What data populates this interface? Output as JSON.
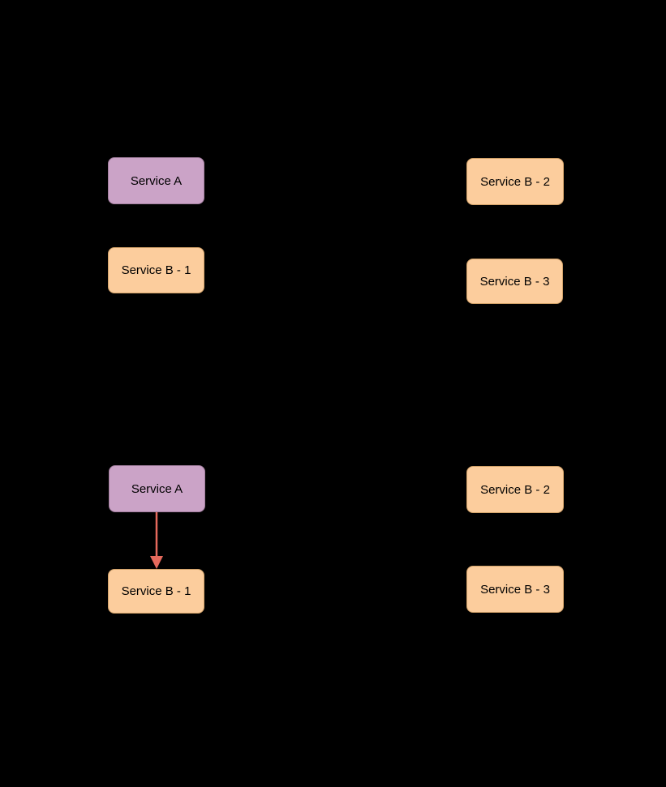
{
  "diagram": {
    "type": "flowchart",
    "background_color": "#000000",
    "colors": {
      "service_a_fill": "#CBA3C7",
      "service_a_stroke": "#A27E9E",
      "service_b_fill": "#FCCD9D",
      "service_b_stroke": "#D2A269",
      "arrow": "#E5695C",
      "label_text": "#000000"
    },
    "sections": {
      "top": {
        "nodes": {
          "service_a": "Service A",
          "service_b_1": "Service B - 1",
          "service_b_2": "Service B - 2",
          "service_b_3": "Service B - 3"
        },
        "edges": []
      },
      "bottom": {
        "nodes": {
          "service_a": "Service A",
          "service_b_1": "Service B - 1",
          "service_b_2": "Service B - 2",
          "service_b_3": "Service B - 3"
        },
        "edges": [
          {
            "from": "service_a",
            "to": "service_b_1"
          }
        ]
      }
    }
  }
}
